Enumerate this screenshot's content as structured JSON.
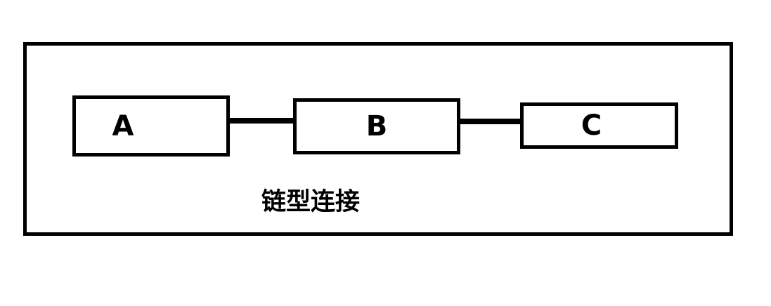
{
  "diagram": {
    "caption": "链型连接",
    "nodes": [
      {
        "id": "A",
        "label": "A"
      },
      {
        "id": "B",
        "label": "B"
      },
      {
        "id": "C",
        "label": "C"
      }
    ],
    "connections": [
      {
        "from": "A",
        "to": "B",
        "style": "thick-horizontal-line"
      },
      {
        "from": "B",
        "to": "C",
        "style": "thick-horizontal-line"
      }
    ],
    "colors": {
      "stroke": "#000000",
      "background": "#ffffff",
      "text": "#000000"
    }
  }
}
